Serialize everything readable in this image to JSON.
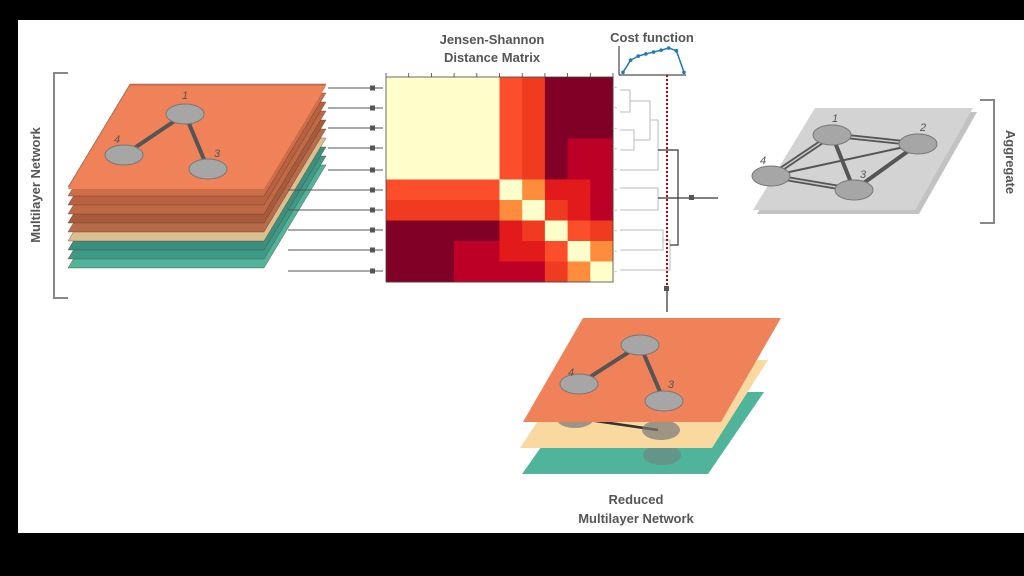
{
  "labels": {
    "multilayer": "Multilayer Network",
    "jsd_line1": "Jensen-Shannon",
    "jsd_line2": "Distance Matrix",
    "cost": "Cost function",
    "aggregate": "Aggregate",
    "reduced_line1": "Reduced",
    "reduced_line2": "Multilayer Network"
  },
  "node_numbers": {
    "stack": [
      "1",
      "4",
      "3"
    ],
    "aggregate": [
      "1",
      "2",
      "4",
      "3"
    ],
    "reduced": [
      "4",
      "3"
    ]
  },
  "matrix": {
    "values": [
      [
        0,
        0,
        0,
        0,
        0,
        5,
        6,
        9,
        9,
        9
      ],
      [
        0,
        0,
        0,
        0,
        0,
        5,
        6,
        9,
        9,
        9
      ],
      [
        0,
        0,
        0,
        0,
        0,
        5,
        6,
        9,
        9,
        9
      ],
      [
        0,
        0,
        0,
        0,
        0,
        5,
        6,
        9,
        8,
        8
      ],
      [
        0,
        0,
        0,
        0,
        0,
        5,
        6,
        9,
        8,
        8
      ],
      [
        5,
        5,
        5,
        5,
        5,
        0,
        4,
        7,
        7,
        8
      ],
      [
        6,
        6,
        6,
        6,
        6,
        4,
        0,
        6,
        7,
        8
      ],
      [
        9,
        9,
        9,
        9,
        9,
        7,
        6,
        0,
        5,
        6
      ],
      [
        9,
        9,
        9,
        8,
        8,
        7,
        7,
        5,
        0,
        4
      ],
      [
        9,
        9,
        9,
        8,
        8,
        8,
        8,
        6,
        4,
        0
      ]
    ],
    "palette": [
      "#ffffcc",
      "#ffeda0",
      "#fed976",
      "#feb24c",
      "#fd8d3c",
      "#fc4e2a",
      "#f03b20",
      "#e31a1c",
      "#bd0026",
      "#800026"
    ]
  },
  "cost_curve": [
    0.1,
    0.55,
    0.7,
    0.78,
    0.85,
    0.92,
    1.0,
    0.9,
    0.1
  ],
  "colors": {
    "layer_top": "#f0825a",
    "aggregate_plane": "#d3d3d3",
    "teal": "#4fb49a",
    "cream": "#f9d9a0",
    "node": "#a6a6a6",
    "cut_line": "#c00000",
    "curve": "#1e78b4"
  }
}
